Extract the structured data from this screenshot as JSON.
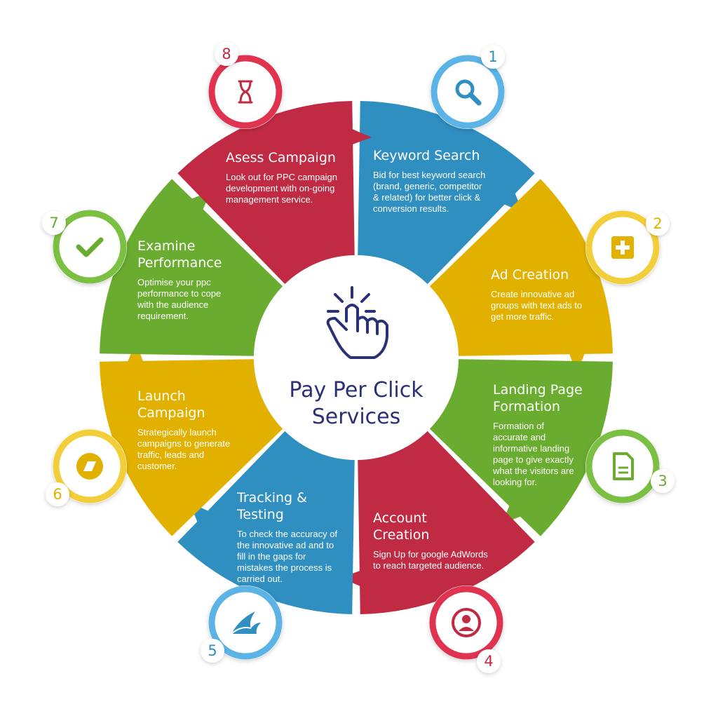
{
  "center": {
    "title_line1": "Pay Per Click",
    "title_line2": "Services",
    "icon": "click-pointer-icon",
    "color": "#2b3175"
  },
  "steps": [
    {
      "number": "1",
      "title_lines": [
        "Keyword Search"
      ],
      "desc_lines": [
        "Bid for best keyword search",
        "(brand, generic, competitor",
        "& related) for better click &",
        "conversion results."
      ],
      "icon": "search-icon",
      "color": "#2f8fc1",
      "ring_color": "#5bb3e6"
    },
    {
      "number": "2",
      "title_lines": [
        "Ad Creation"
      ],
      "desc_lines": [
        "Create innovative ad",
        "groups with text ads to",
        "get more traffic."
      ],
      "icon": "plus-square-icon",
      "color": "#e2b100",
      "ring_color": "#f2cf3a"
    },
    {
      "number": "3",
      "title_lines": [
        "Landing Page",
        "Formation"
      ],
      "desc_lines": [
        "Formation of",
        "accurate and",
        "informative landing",
        "page to give exactly",
        "what the visitors are",
        "looking for."
      ],
      "icon": "document-icon",
      "color": "#6aac2f",
      "ring_color": "#7cc043"
    },
    {
      "number": "4",
      "title_lines": [
        "Account",
        "Creation"
      ],
      "desc_lines": [
        "Sign Up for google AdWords",
        "to reach targeted audience."
      ],
      "icon": "user-icon",
      "color": "#c12a43",
      "ring_color": "#e0334f"
    },
    {
      "number": "5",
      "title_lines": [
        "Tracking &",
        "Testing"
      ],
      "desc_lines": [
        "To check the accuracy of",
        "the innovative ad and to",
        "fill in the gaps for",
        "mistakes the process is",
        "carried out."
      ],
      "icon": "wave-icon",
      "color": "#2f8fc1",
      "ring_color": "#5bb3e6"
    },
    {
      "number": "6",
      "title_lines": [
        "Launch",
        "Campaign"
      ],
      "desc_lines": [
        "Strategically launch",
        "campaigns to generate",
        "traffic, leads and",
        "customer."
      ],
      "icon": "parallelogram-icon",
      "color": "#e2b100",
      "ring_color": "#f2cf3a"
    },
    {
      "number": "7",
      "title_lines": [
        "Examine",
        "Performance"
      ],
      "desc_lines": [
        "Optimise your ppc",
        "performance to cope",
        "with the audience",
        "requirement."
      ],
      "icon": "check-icon",
      "color": "#6aac2f",
      "ring_color": "#7cc043"
    },
    {
      "number": "8",
      "title_lines": [
        "Asess Campaign"
      ],
      "desc_lines": [
        "Look out for PPC campaign",
        "development with on-going",
        "management service."
      ],
      "icon": "hourglass-icon",
      "color": "#c12a43",
      "ring_color": "#e0334f"
    }
  ]
}
